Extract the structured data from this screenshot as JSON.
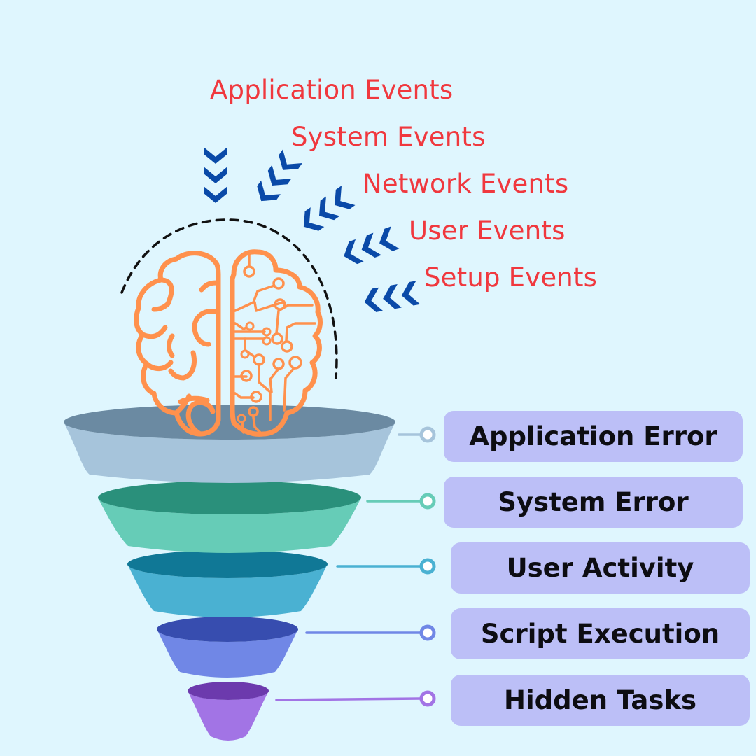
{
  "diagram": {
    "background_color": "#dff6fe",
    "event_sources": [
      {
        "label": "Application Events"
      },
      {
        "label": "System Events"
      },
      {
        "label": "Network Events"
      },
      {
        "label": "User Events"
      },
      {
        "label": "Setup Events"
      }
    ],
    "event_text_color": "#f0383e",
    "arrow_color": "#0a4aa8",
    "brain": {
      "icon": "brain-circuit-icon",
      "color": "#ff914d"
    },
    "funnel_stages": [
      {
        "label": "Application Error",
        "top_color": "#6b8aa2",
        "body_color": "#a6c4db",
        "connector_color": "#a6c4db"
      },
      {
        "label": "System Error",
        "top_color": "#2a907b",
        "body_color": "#66ccb7",
        "connector_color": "#66ccb7"
      },
      {
        "label": "User Activity",
        "top_color": "#107896",
        "body_color": "#4ab1d2",
        "connector_color": "#4ab1d2"
      },
      {
        "label": "Script Execution",
        "top_color": "#374daf",
        "body_color": "#7087e6",
        "connector_color": "#7087e6"
      },
      {
        "label": "Hidden Tasks",
        "top_color": "#6c3aad",
        "body_color": "#a274e5",
        "connector_color": "#a274e5"
      }
    ],
    "label_box_color": "#bcbff7"
  }
}
